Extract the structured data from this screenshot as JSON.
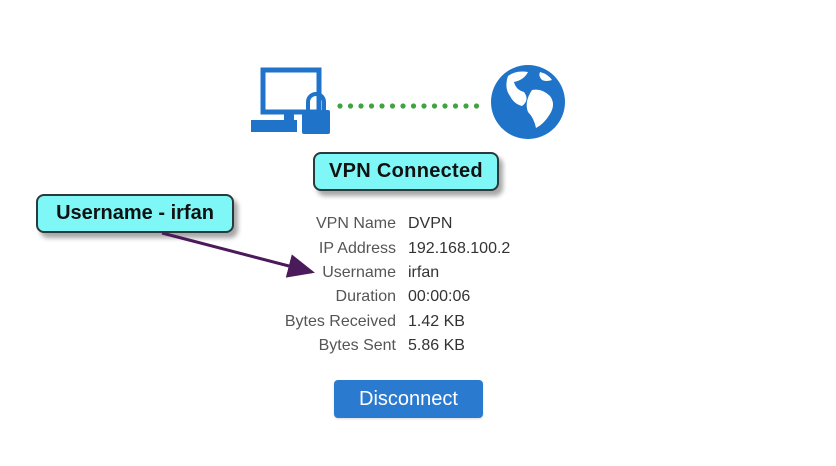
{
  "status": {
    "title": "VPN Connected",
    "connected": true
  },
  "annotation": {
    "text": "Username - irfan"
  },
  "details": [
    {
      "label": "VPN Name",
      "value": "DVPN"
    },
    {
      "label": "IP Address",
      "value": "192.168.100.2"
    },
    {
      "label": "Username",
      "value": "irfan"
    },
    {
      "label": "Duration",
      "value": "00:00:06"
    },
    {
      "label": "Bytes Received",
      "value": "1.42 KB"
    },
    {
      "label": "Bytes Sent",
      "value": "5.86 KB"
    }
  ],
  "actions": {
    "disconnect_label": "Disconnect"
  },
  "colors": {
    "accent": "#2a7ad0",
    "icon_blue": "#1f73c8",
    "connection_dots": "#3fa33f",
    "callout_bg": "#7ff7f7",
    "arrow": "#4a1a5a"
  },
  "icons": {
    "computer": "computer-lock-icon",
    "globe": "globe-icon"
  }
}
